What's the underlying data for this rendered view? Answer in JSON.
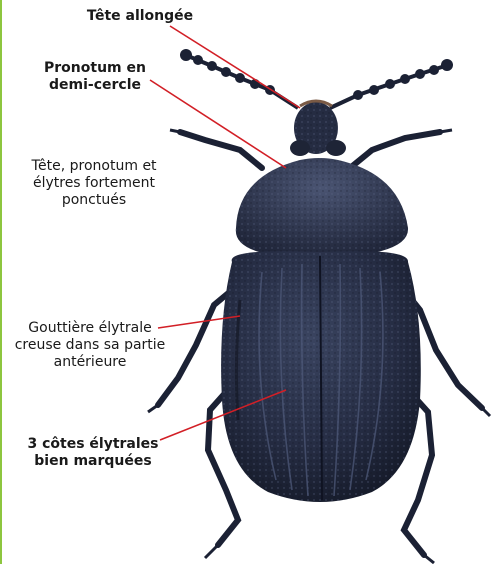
{
  "title": "",
  "colors": {
    "leader_line": "#d21f26",
    "edge_accent": "#8dc63f",
    "beetle_body": "#232a3f",
    "beetle_highlight": "#4a5472",
    "text": "#1a1a1a"
  },
  "labels": {
    "tete_allongee": "Tête allongée",
    "pronotum_line1": "Pronotum en",
    "pronotum_line2": "demi-cercle",
    "ponctue_line1": "Tête, pronotum et",
    "ponctue_line2": "élytres fortement",
    "ponctue_line3": "ponctués",
    "gouttiere_line1": "Gouttière élytrale",
    "gouttiere_line2": "creuse dans sa partie",
    "gouttiere_line3": "antérieure",
    "cotes_line1": "3 côtes élytrales",
    "cotes_line2": "bien marquées"
  },
  "icons": {
    "beetle": "beetle-illustration"
  }
}
